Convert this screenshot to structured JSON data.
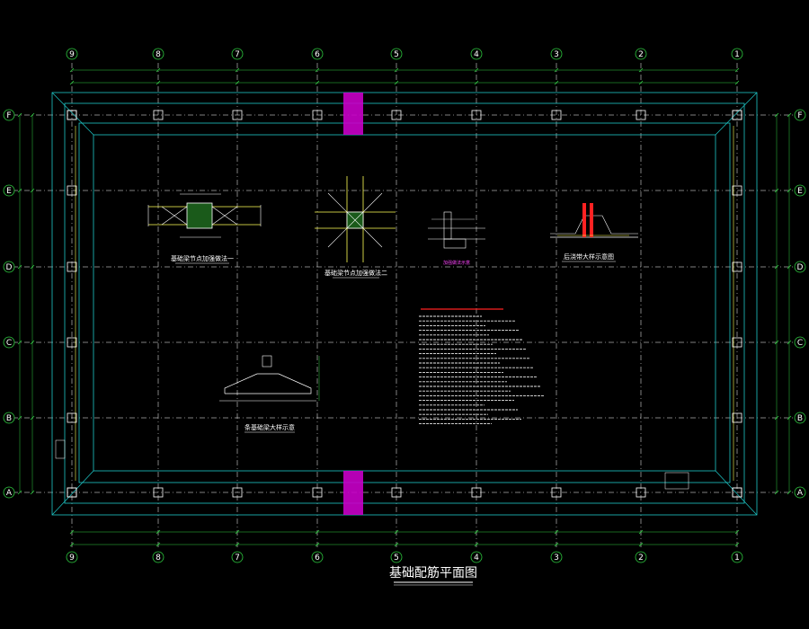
{
  "drawing": {
    "title": "基础配筋平面图",
    "background": "#000000",
    "colors": {
      "axis_bubble": "#2ecc40",
      "grid_line": "#ffffff",
      "beam": "#1ec8c8",
      "dimension": "#2ecc40",
      "slab_edge": "#1ec8c8",
      "hatch": "#c800c8",
      "note_red": "#ff2222",
      "rebar": "#ffff55"
    },
    "axes_horizontal_labels": [
      "9",
      "8",
      "7",
      "6",
      "5",
      "4",
      "3",
      "2",
      "1"
    ],
    "axes_vertical_labels": [
      "F",
      "E",
      "D",
      "C",
      "B",
      "A"
    ],
    "details": {
      "d1_caption": "基础梁节点加强做法一",
      "d2_caption": "基础梁节点加强做法二",
      "d3_caption": "后浇带大样示意图",
      "d4_caption": "条基础梁大样示意",
      "d5_caption": "加强做法示意"
    }
  }
}
